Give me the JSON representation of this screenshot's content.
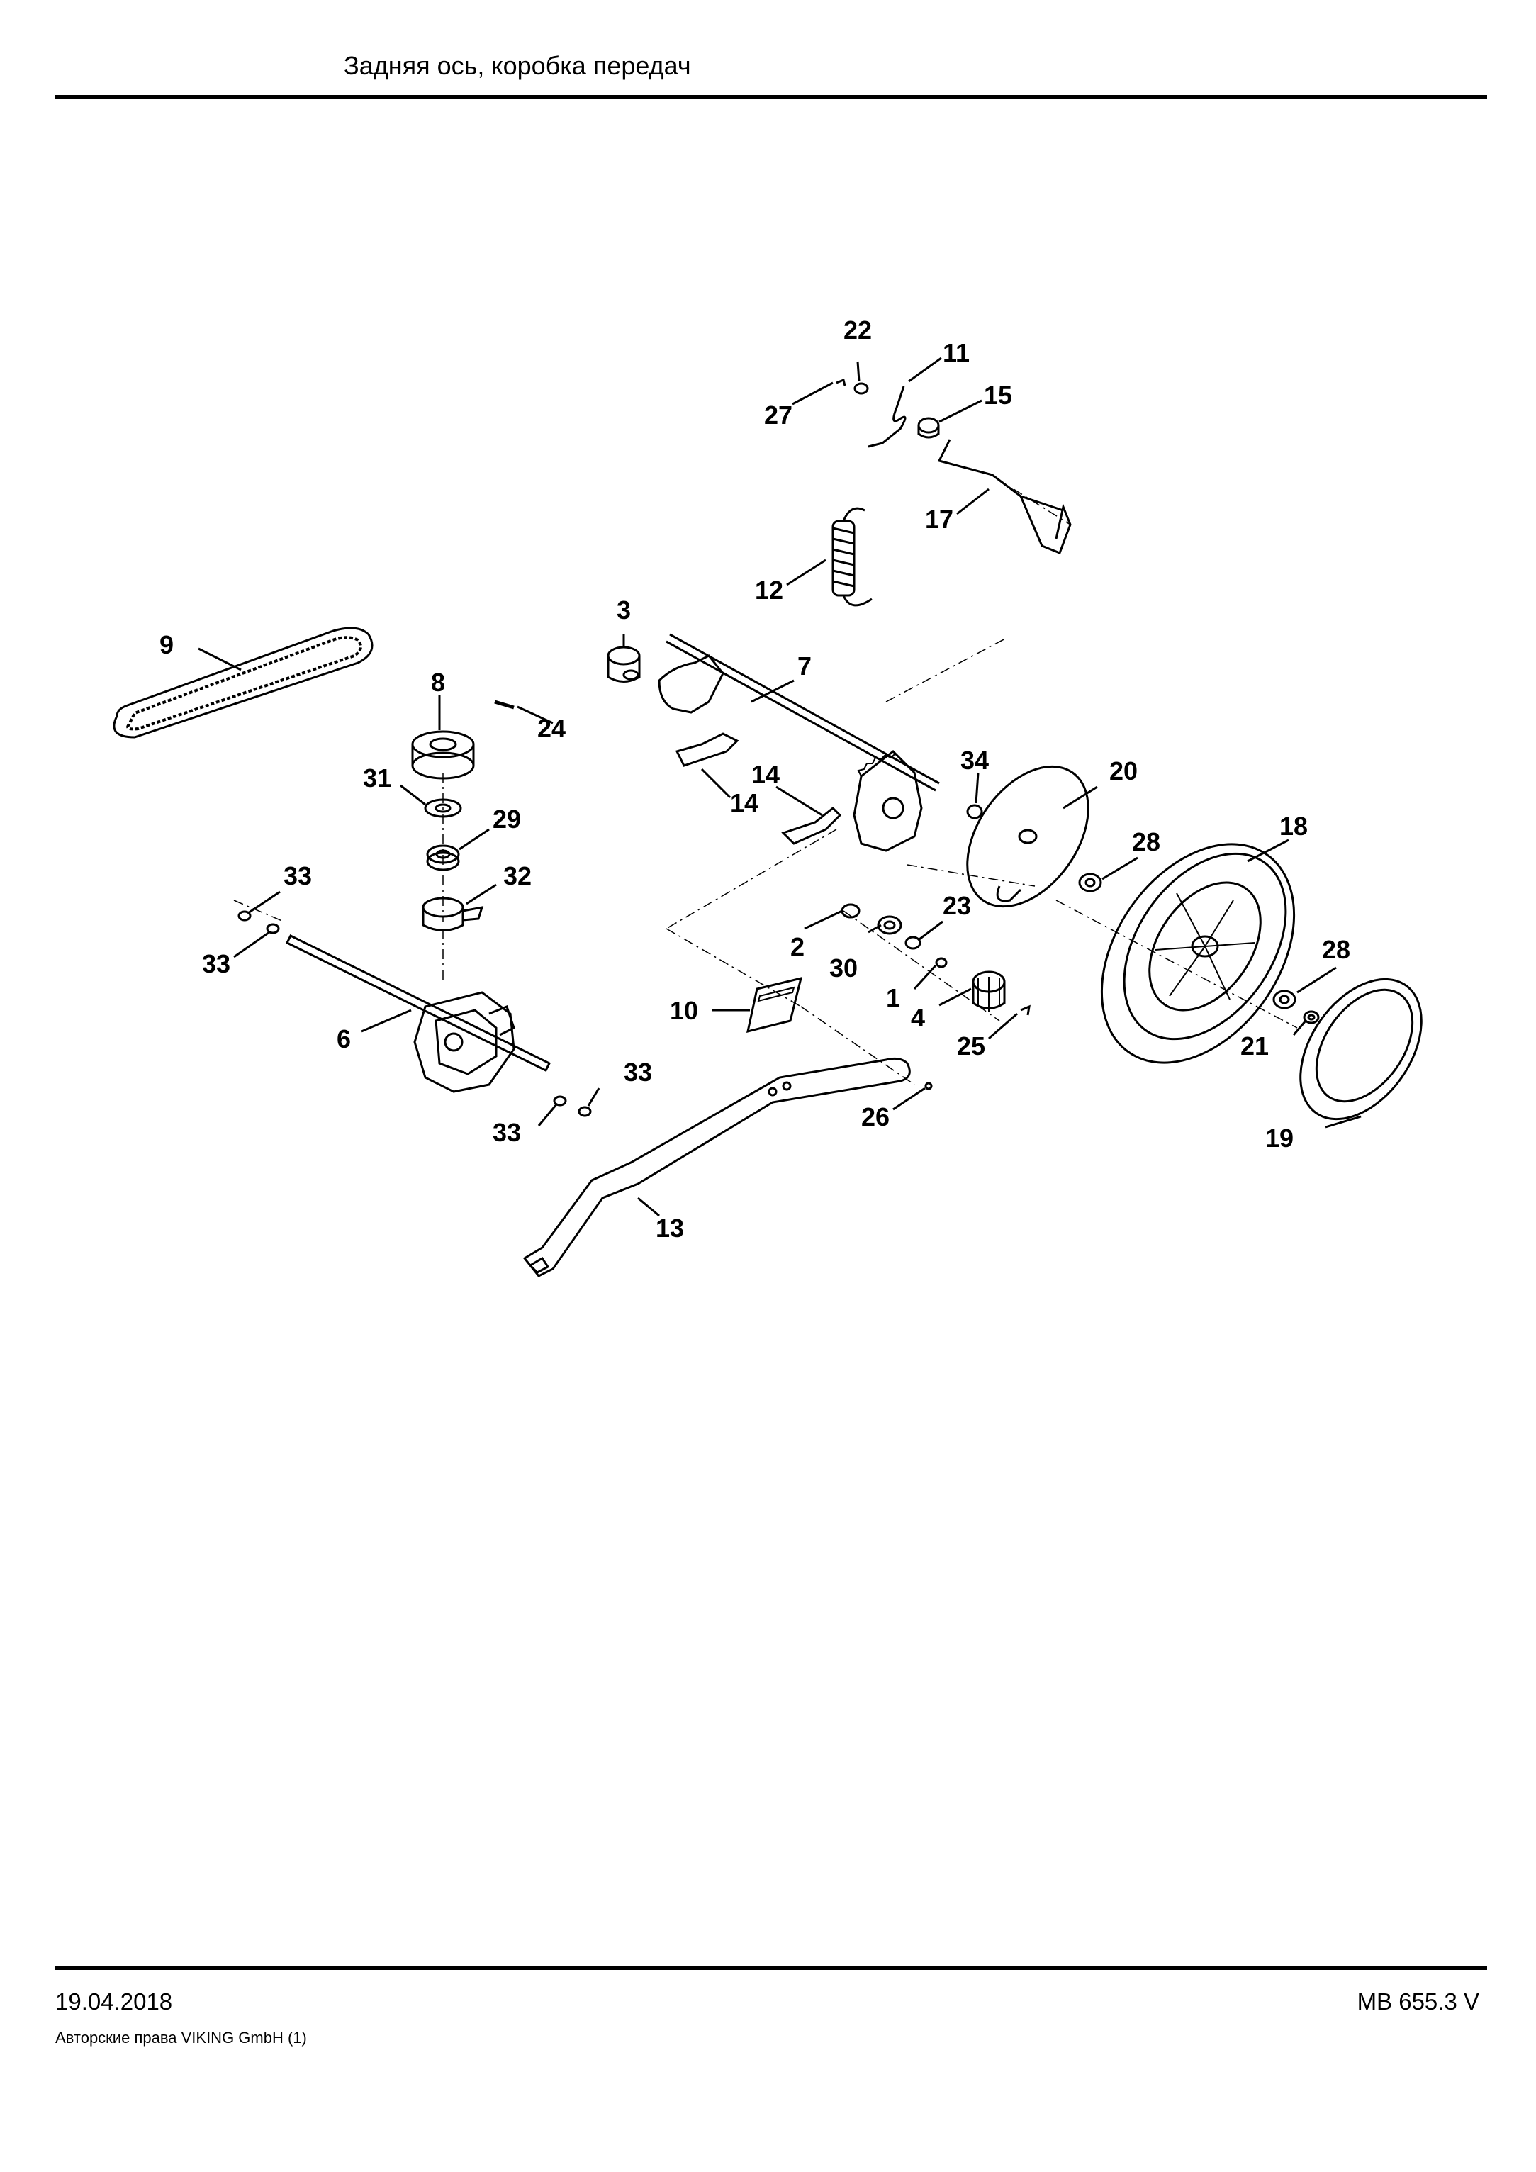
{
  "header": {
    "title": "Задняя ось, коробка передач"
  },
  "footer": {
    "date": "19.04.2018",
    "copyright": "Авторские права VIKING GmbH  (1)",
    "model": "MB 655.3 V"
  },
  "callouts": [
    {
      "id": "c22",
      "number": "22"
    },
    {
      "id": "c11",
      "number": "11"
    },
    {
      "id": "c27",
      "number": "27"
    },
    {
      "id": "c15",
      "number": "15"
    },
    {
      "id": "c17",
      "number": "17"
    },
    {
      "id": "c12",
      "number": "12"
    },
    {
      "id": "c3",
      "number": "3"
    },
    {
      "id": "c9",
      "number": "9"
    },
    {
      "id": "c8",
      "number": "8"
    },
    {
      "id": "c7",
      "number": "7"
    },
    {
      "id": "c24",
      "number": "24"
    },
    {
      "id": "c14a",
      "number": "14"
    },
    {
      "id": "c14b",
      "number": "14"
    },
    {
      "id": "c34",
      "number": "34"
    },
    {
      "id": "c20",
      "number": "20"
    },
    {
      "id": "c31",
      "number": "31"
    },
    {
      "id": "c29",
      "number": "29"
    },
    {
      "id": "c18",
      "number": "18"
    },
    {
      "id": "c28a",
      "number": "28"
    },
    {
      "id": "c33a",
      "number": "33"
    },
    {
      "id": "c32",
      "number": "32"
    },
    {
      "id": "c33b",
      "number": "33"
    },
    {
      "id": "c2",
      "number": "2"
    },
    {
      "id": "c23",
      "number": "23"
    },
    {
      "id": "c30",
      "number": "30"
    },
    {
      "id": "c28b",
      "number": "28"
    },
    {
      "id": "c1",
      "number": "1"
    },
    {
      "id": "c10",
      "number": "10"
    },
    {
      "id": "c4",
      "number": "4"
    },
    {
      "id": "c6",
      "number": "6"
    },
    {
      "id": "c25",
      "number": "25"
    },
    {
      "id": "c21",
      "number": "21"
    },
    {
      "id": "c33c",
      "number": "33"
    },
    {
      "id": "c33d",
      "number": "33"
    },
    {
      "id": "c26",
      "number": "26"
    },
    {
      "id": "c19",
      "number": "19"
    },
    {
      "id": "c13",
      "number": "13"
    }
  ]
}
